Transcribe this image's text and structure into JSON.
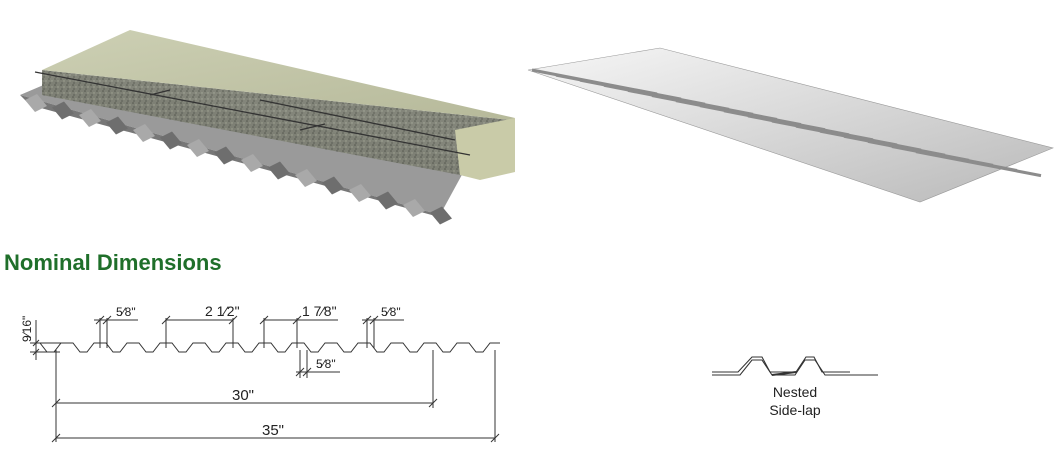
{
  "section_title": "Nominal Dimensions",
  "dimensions": {
    "height": "9⁄16\"",
    "top_flat": "5⁄8\"",
    "rib_pitch": "2 1⁄2\"",
    "rib_opening": "1 7⁄8\"",
    "end_flat": "5⁄8\"",
    "bottom_flat": "5⁄8\"",
    "coverage_width": "30\"",
    "overall_width": "35\""
  },
  "sidelap": {
    "line1": "Nested",
    "line2": "Side-lap"
  }
}
